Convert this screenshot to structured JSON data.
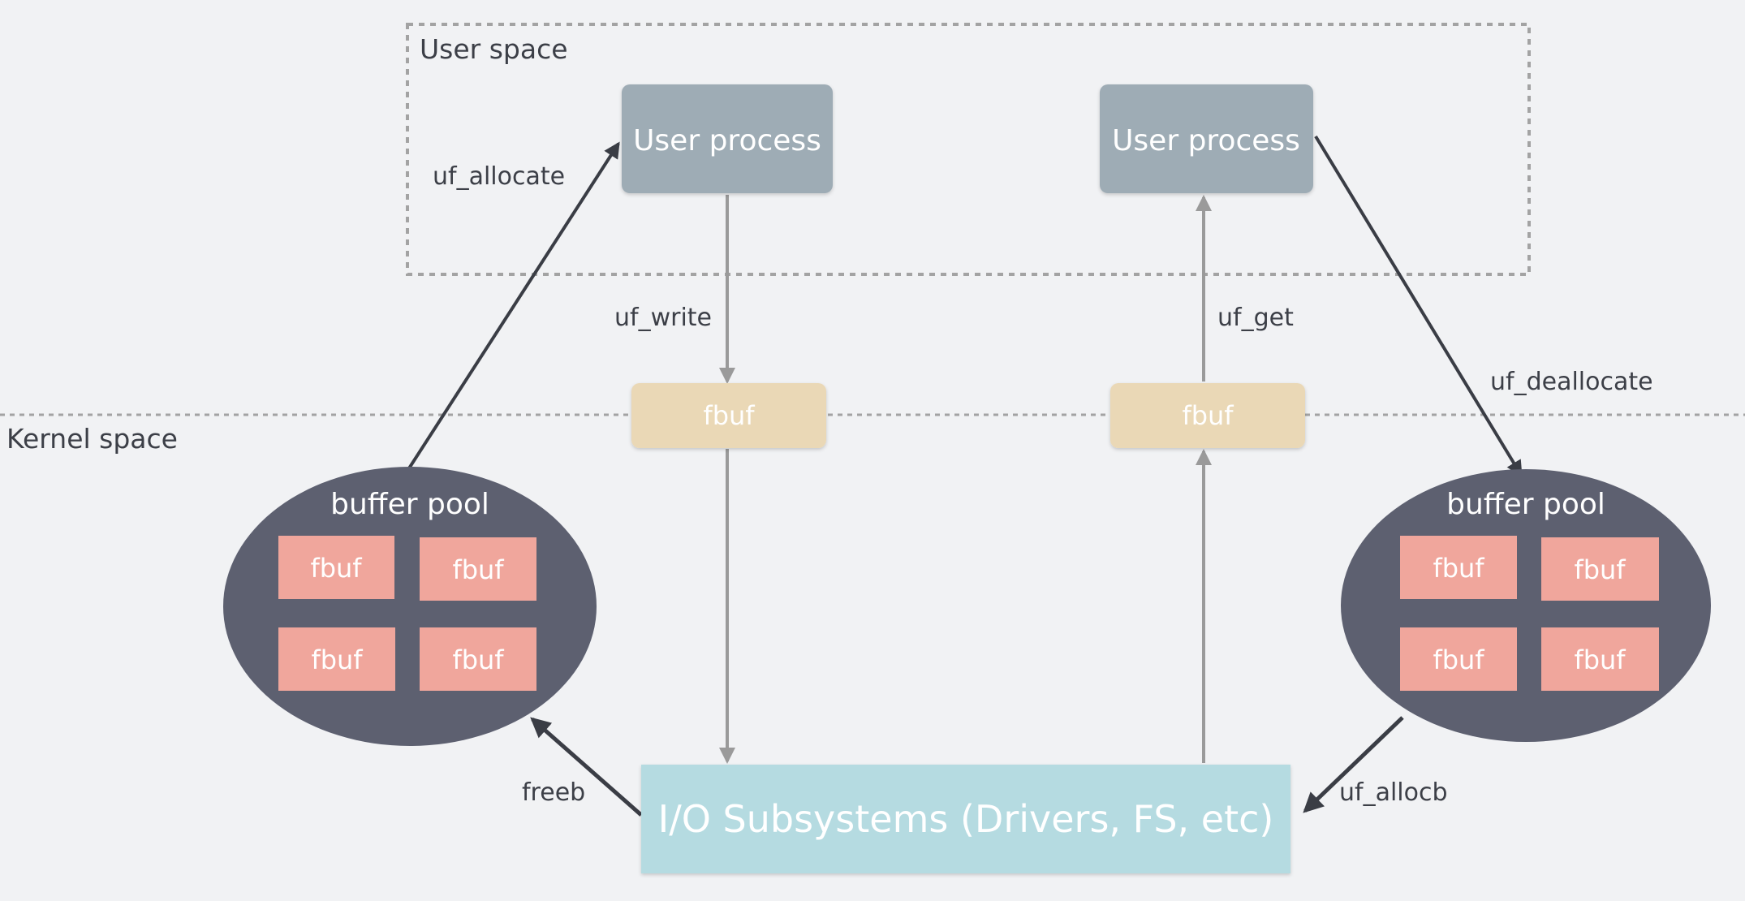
{
  "colors": {
    "background": "#f1f2f4",
    "process_box": "#9eacb5",
    "fbuf_kernel": "#ead8b6",
    "buffer_pool": "#5d6070",
    "fbuf_pool": "#f0a69c",
    "io_box": "#b5dbe1",
    "arrow_dark": "#3a3d45",
    "arrow_gray": "#9a9a9a",
    "dashed_border": "#a3a3a3"
  },
  "regions": {
    "user_space": "User space",
    "kernel_space": "Kernel space"
  },
  "processes": {
    "left": "User process",
    "right": "User process"
  },
  "kernel_fbufs": {
    "left": "fbuf",
    "right": "fbuf"
  },
  "pools": {
    "left": {
      "label": "buffer pool",
      "fbufs": [
        "fbuf",
        "fbuf",
        "fbuf",
        "fbuf"
      ]
    },
    "right": {
      "label": "buffer pool",
      "fbufs": [
        "fbuf",
        "fbuf",
        "fbuf",
        "fbuf"
      ]
    }
  },
  "io": "I/O Subsystems (Drivers, FS, etc)",
  "edges": {
    "uf_allocate": "uf_allocate",
    "uf_write": "uf_write",
    "uf_get": "uf_get",
    "uf_deallocate": "uf_deallocate",
    "freeb": "freeb",
    "uf_allocb": "uf_allocb"
  }
}
